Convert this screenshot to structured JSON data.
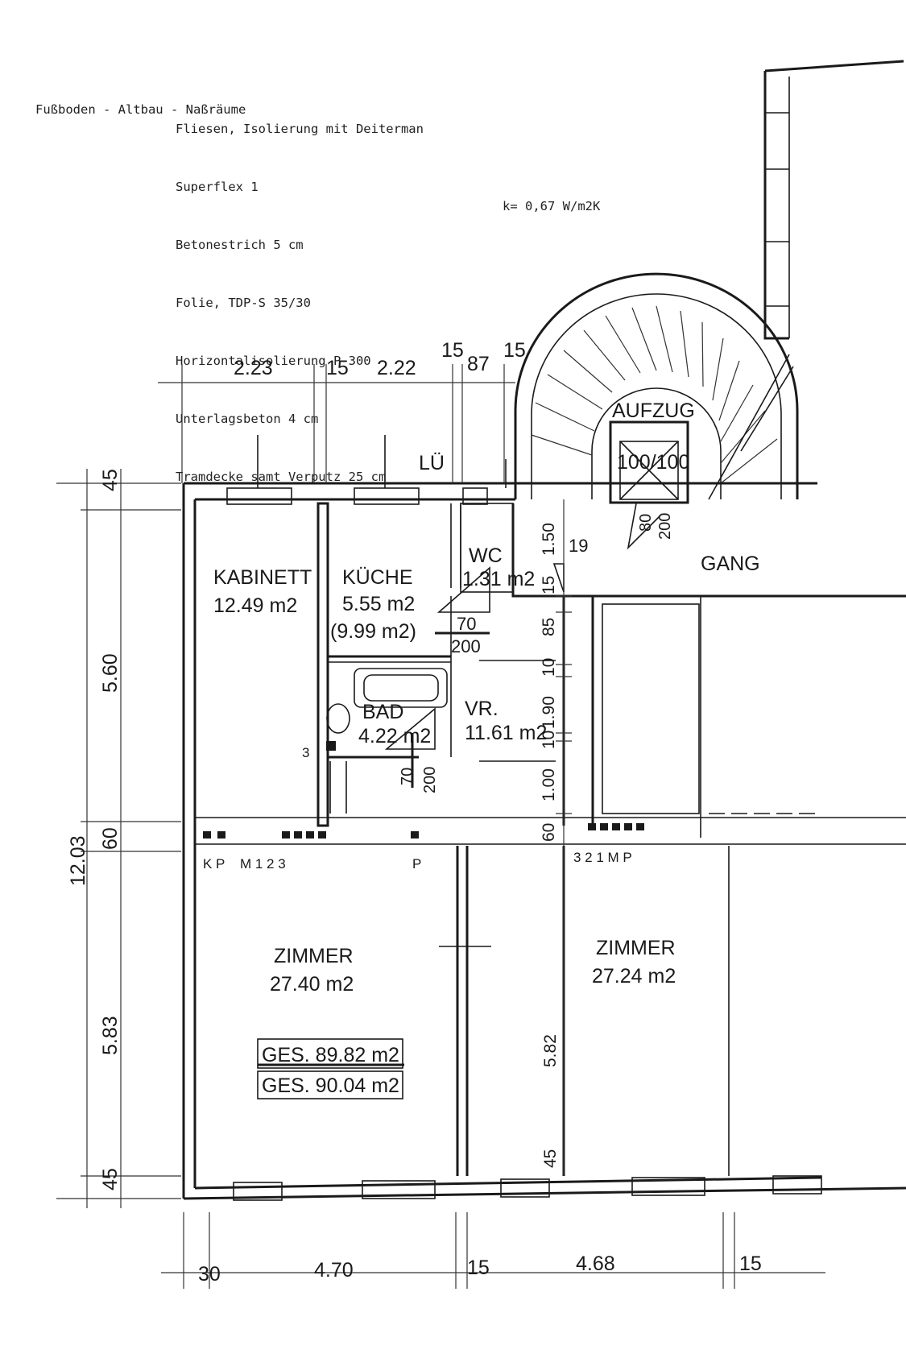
{
  "spec": {
    "heading": "Fußboden - Altbau - Naßräume",
    "lines": [
      "Fliesen, Isolierung mit Deiterman",
      "Superflex 1",
      "Betonestrich 5 cm",
      "Folie, TDP-S 35/30",
      "Horizontalisolierung P 300",
      "Unterlagsbeton 4 cm",
      "Tramdecke samt Verputz 25 cm"
    ],
    "k_value": "k= 0,67 W/m2K"
  },
  "rooms": {
    "kabinett": {
      "name": "KABINETT",
      "area": "12.49 m2"
    },
    "kueche": {
      "name": "KÜCHE",
      "area": "5.55 m2",
      "area_alt": "(9.99 m2)"
    },
    "wc": {
      "name": "WC",
      "area": "1.31 m2"
    },
    "bad": {
      "name": "BAD",
      "area": "4.22 m2"
    },
    "vr": {
      "name": "VR.",
      "area": "11.61 m2"
    },
    "gang": {
      "name": "GANG"
    },
    "aufzug": {
      "name": "AUFZUG",
      "size": "100/100"
    },
    "zimmer1": {
      "name": "ZIMMER",
      "area": "27.40 m2"
    },
    "zimmer2": {
      "name": "ZIMMER",
      "area": "27.24 m2"
    }
  },
  "totals": {
    "ges1": "GES. 89.82 m2",
    "ges2": "GES. 90.04 m2"
  },
  "top_dims": [
    "2.23",
    "15",
    "2.22",
    "15",
    "87",
    "15"
  ],
  "bottom_dims": [
    "30",
    "4.70",
    "15",
    "4.68",
    "15"
  ],
  "left_dims": {
    "total": "12.03",
    "a": "45",
    "b": "5.60",
    "c": "60",
    "d": "5.83",
    "e": "45"
  },
  "mid_dims": [
    "1.50",
    "15",
    "85",
    "10",
    "1.90",
    "10",
    "1.00",
    "60",
    "5.82",
    "45"
  ],
  "misc": {
    "lue": "LÜ",
    "d19": "19",
    "d3": "3",
    "door_70": "70",
    "door_200": "200",
    "door_bad": "70",
    "door_bad_h": "200",
    "lift_door": "80",
    "lift_door_h": "200",
    "legend_left": "K P    M 1 2 3",
    "legend_p": "P",
    "legend_right": "3 2 1 M P"
  }
}
